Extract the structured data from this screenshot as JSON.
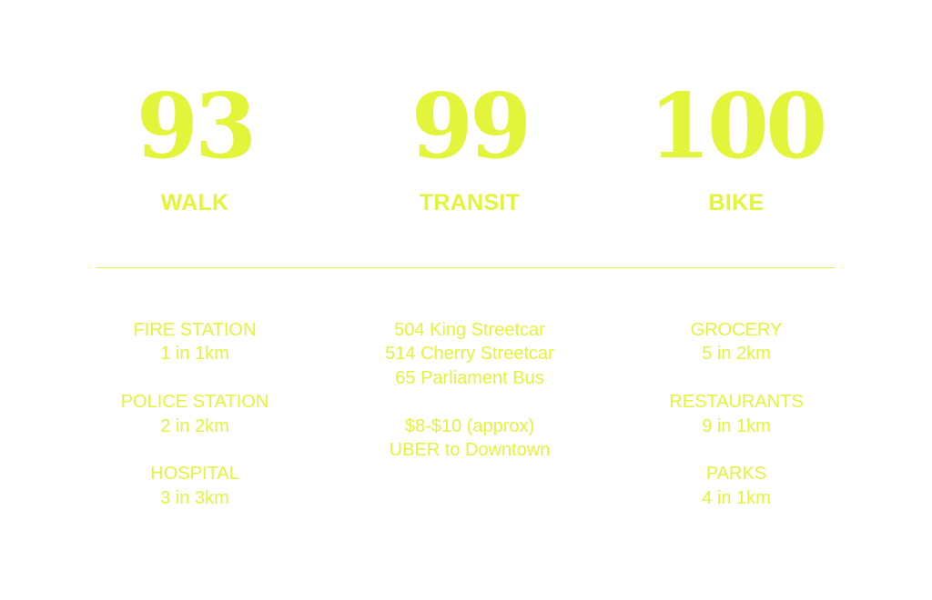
{
  "scores": [
    {
      "value": "93",
      "label": "WALK"
    },
    {
      "value": "99",
      "label": "TRANSIT"
    },
    {
      "value": "100",
      "label": "BIKE"
    }
  ],
  "walk_amenities": [
    {
      "name": "FIRE STATION",
      "detail": "1 in 1km"
    },
    {
      "name": "POLICE STATION",
      "detail": "2 in 2km"
    },
    {
      "name": "HOSPITAL",
      "detail": "3 in 3km"
    }
  ],
  "transit_routes": [
    "504 King Streetcar",
    "514 Cherry Streetcar",
    "65 Parliament Bus"
  ],
  "transit_uber": [
    "$8-$10 (approx)",
    "UBER to Downtown"
  ],
  "bike_amenities": [
    {
      "name": "GROCERY",
      "detail": "5 in 2km"
    },
    {
      "name": "RESTAURANTS",
      "detail": "9 in 1km"
    },
    {
      "name": "PARKS",
      "detail": "4 in 1km"
    }
  ],
  "colors": {
    "accent": "#e2f53b",
    "background": "#ffffff"
  }
}
